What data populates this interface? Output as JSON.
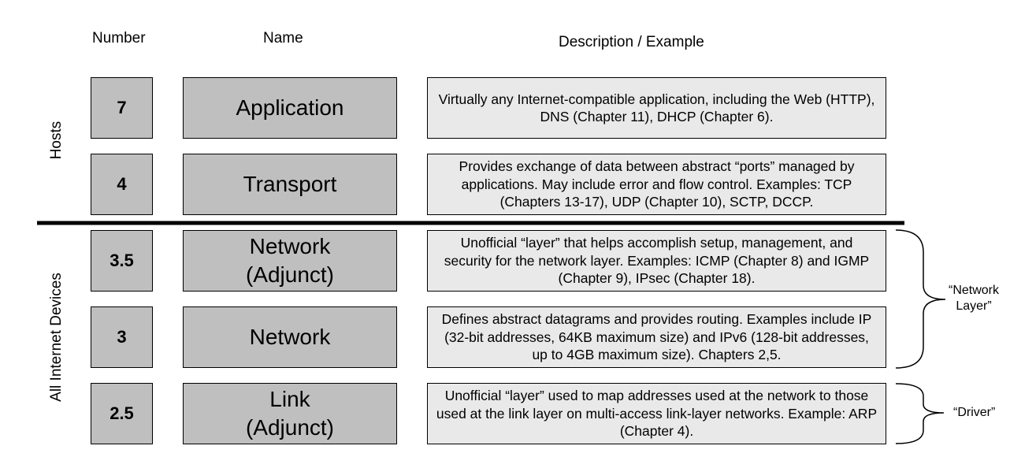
{
  "headers": {
    "number": "Number",
    "name": "Name",
    "description": "Description / Example"
  },
  "groups": {
    "hosts": "Hosts",
    "all_devices": "All Internet Devices"
  },
  "layers": [
    {
      "number": "7",
      "name": "Application",
      "description": "Virtually any Internet-compatible application, including the Web (HTTP), DNS (Chapter 11), DHCP (Chapter 6)."
    },
    {
      "number": "4",
      "name": "Transport",
      "description": "Provides exchange of data between abstract “ports” managed by applications. May include error and flow control. Examples: TCP (Chapters 13-17), UDP (Chapter 10), SCTP, DCCP."
    },
    {
      "number": "3.5",
      "name": "Network\n(Adjunct)",
      "description": "Unofficial “layer” that helps accomplish setup, management, and security for the network layer. Examples: ICMP (Chapter 8) and IGMP (Chapter 9), IPsec (Chapter 18)."
    },
    {
      "number": "3",
      "name": "Network",
      "description": "Defines abstract datagrams and provides routing. Examples include IP (32-bit addresses, 64KB maximum size) and IPv6 (128-bit addresses, up to 4GB maximum size). Chapters 2,5."
    },
    {
      "number": "2.5",
      "name": "Link\n(Adjunct)",
      "description": "Unofficial “layer” used to map addresses used at the network to those used at the link layer on multi-access link-layer networks. Example: ARP (Chapter 4)."
    }
  ],
  "braces": {
    "network_layer": "“Network\nLayer”",
    "driver": "“Driver”"
  }
}
